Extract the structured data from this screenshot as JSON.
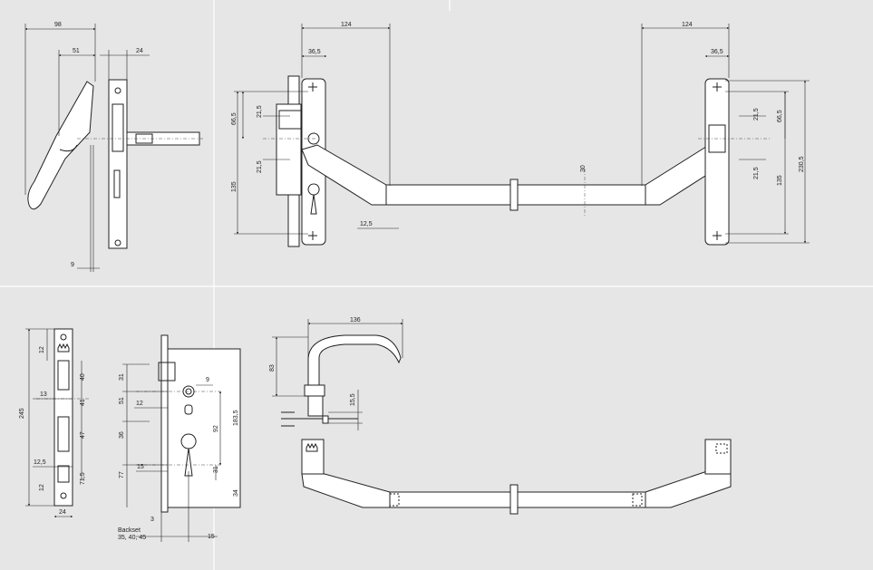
{
  "colors": {
    "background": "#e6e6e6",
    "line": "#222222",
    "part_fill": "#ffffff"
  },
  "side_view": {
    "overall_width": "98",
    "handle_offset": "51",
    "plate_width": "24",
    "lever_projection": "9"
  },
  "front_view": {
    "backset_left": "124",
    "backset_right": "124",
    "plate_left": "36,5",
    "plate_right": "36,5",
    "upper_height": "66,5",
    "upper_gap_left": "21,5",
    "lower_gap_left": "21,5",
    "upper_gap_right": "21,5",
    "lower_gap_right": "21,5",
    "fixing_left": "135",
    "fixing_right": "135",
    "total_height": "230,5",
    "bar_diameter": "30",
    "bar_offset": "12,5"
  },
  "faceplate": {
    "height": "245",
    "top_edge": "12",
    "bottom_edge": "12",
    "latch_window": "40",
    "spindle_to_lock": "41",
    "lock_window": "47",
    "bottom_window": "71,5",
    "inset": "13",
    "side_margin": "12,5",
    "width": "24"
  },
  "lock_case": {
    "top": "31",
    "spindle_height": "51",
    "spindle_gap": "12",
    "lock_window": "36",
    "lower": "77",
    "pz": "92",
    "case_height": "183,5",
    "cylinder": "31",
    "follower": "9",
    "cylinder_inset": "15",
    "bottom": "34",
    "forend_offset": "3",
    "backset_offset": "15",
    "backset_label": "Backset",
    "backset_values": "35, 40, 45"
  },
  "top_view": {
    "lever_length": "136",
    "lever_height": "83",
    "spindle_offset": "15,5"
  }
}
